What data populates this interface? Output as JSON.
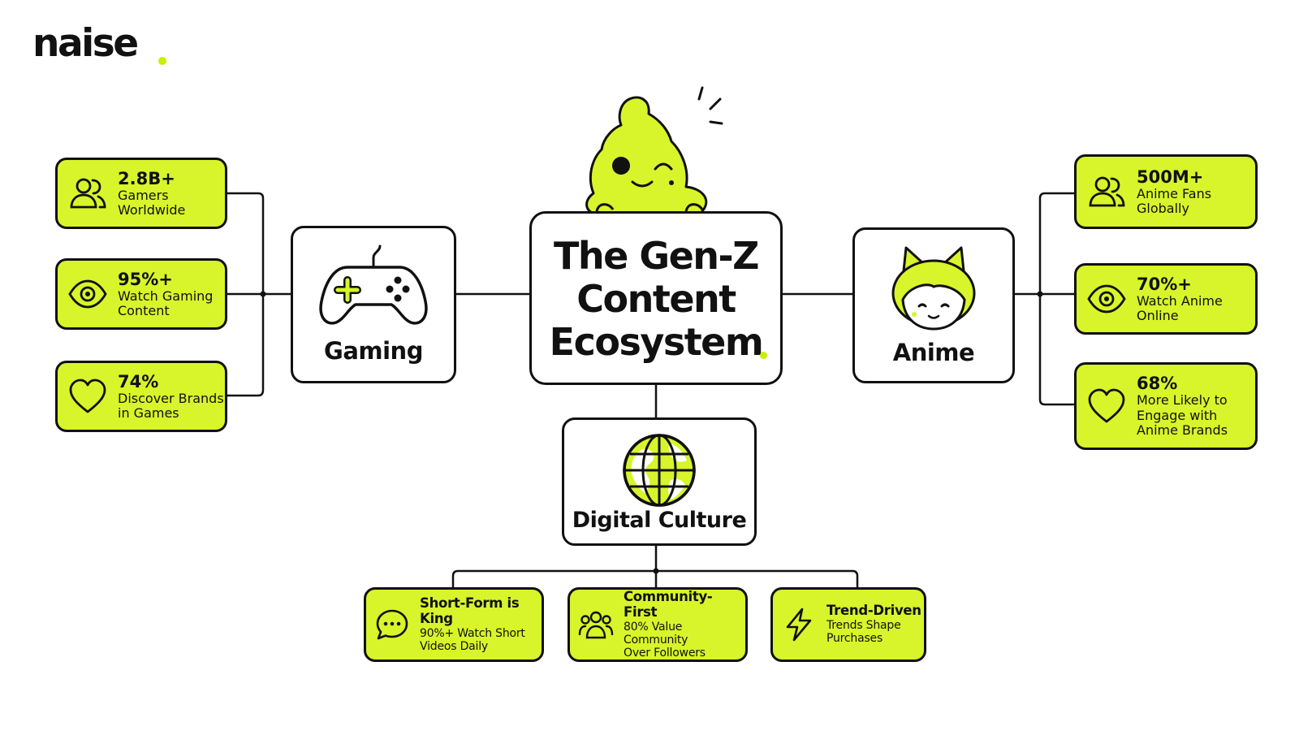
{
  "brand": {
    "name": "naise",
    "accent": "#c8f000",
    "card_fill": "#d7f52a"
  },
  "center": {
    "title": "The Gen-Z\nContent\nEcosystem",
    "mascot": "blob-mascot-winking"
  },
  "categories": {
    "gaming": {
      "label": "Gaming",
      "icon": "gamepad-icon"
    },
    "anime": {
      "label": "Anime",
      "icon": "anime-girl-icon"
    },
    "digital": {
      "label": "Digital Culture",
      "icon": "globe-icon"
    }
  },
  "gaming_stats": [
    {
      "value": "2.8B+",
      "label": "Gamers\nWorldwide",
      "icon": "users-icon"
    },
    {
      "value": "95%+",
      "label": "Watch Gaming\nContent",
      "icon": "eye-icon"
    },
    {
      "value": "74%",
      "label": "Discover Brands\nin Games",
      "icon": "heart-icon"
    }
  ],
  "anime_stats": [
    {
      "value": "500M+",
      "label": "Anime Fans\nGlobally",
      "icon": "users-icon"
    },
    {
      "value": "70%+",
      "label": "Watch Anime\nOnline",
      "icon": "eye-icon"
    },
    {
      "value": "68%",
      "label": "More Likely to\nEngage with\nAnime Brands",
      "icon": "heart-icon"
    }
  ],
  "digital_traits": [
    {
      "title": "Short-Form is King",
      "desc": "90%+ Watch Short\nVideos Daily",
      "icon": "chat-bubble-icon"
    },
    {
      "title": "Community-First",
      "desc": "80% Value Community\nOver Followers",
      "icon": "users-icon"
    },
    {
      "title": "Trend-Driven",
      "desc": "Trends Shape\nPurchases",
      "icon": "lightning-icon"
    }
  ]
}
